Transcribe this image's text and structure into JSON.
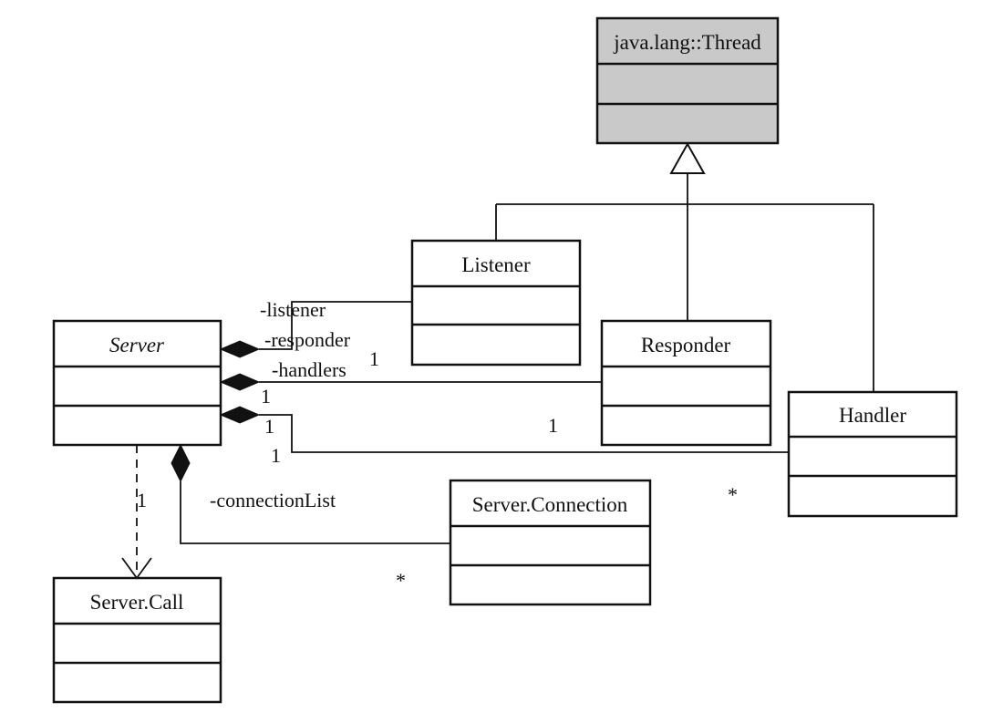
{
  "classes": {
    "thread": "java.lang::Thread",
    "listener": "Listener",
    "responder": "Responder",
    "handler": "Handler",
    "server": "Server",
    "connection": "Server.Connection",
    "call": "Server.Call"
  },
  "roles": {
    "listener": "-listener",
    "responder": "-responder",
    "handlers": "-handlers",
    "connectionList": "-connectionList"
  },
  "multiplicities": {
    "listener_near_listener": "1",
    "server_responder": "1",
    "server_handler": "1",
    "server_handler_2": "1",
    "responder_end": "1",
    "handler_end": "*",
    "call_end": "1",
    "connection_end": "*"
  },
  "colors": {
    "line": "#111111",
    "thread_fill": "#c9c9c9",
    "class_fill": "#ffffff"
  }
}
